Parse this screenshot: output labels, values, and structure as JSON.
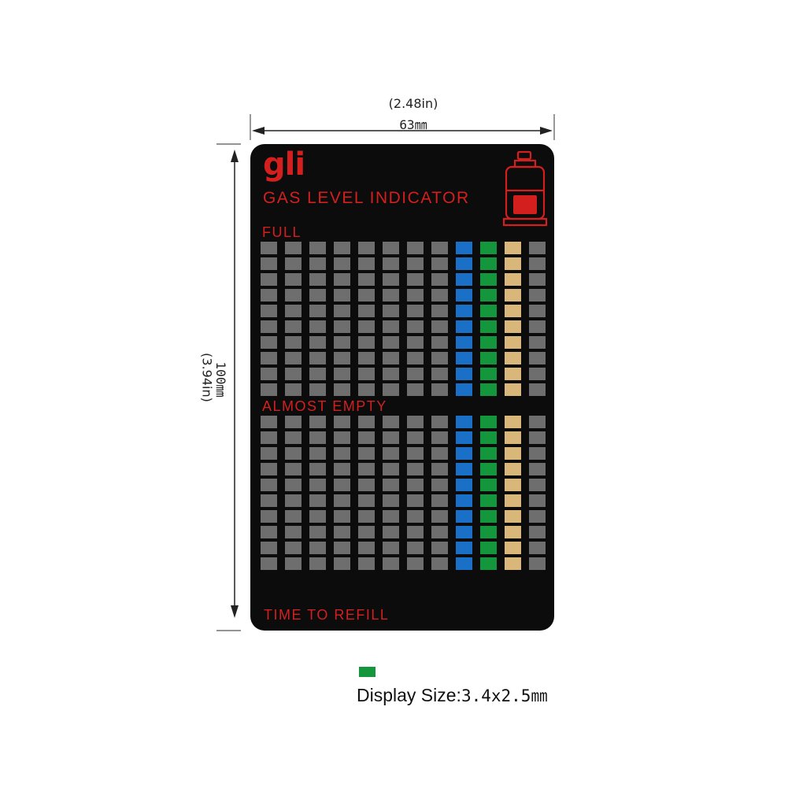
{
  "dimensions": {
    "width_in": "(2.48in)",
    "width_mm": "63㎜",
    "height_mm": "100㎜",
    "height_in": "(3.94in)"
  },
  "card": {
    "logo": "gli",
    "subtitle": "GAS LEVEL INDICATOR",
    "label_full": "FULL",
    "label_almost_empty": "ALMOST EMPTY",
    "label_time_to_refill": "TIME TO REFILL",
    "icon": "gas-cylinder-icon",
    "grid": {
      "columns": 12,
      "rows_per_section": 10,
      "column_colors": [
        "#6e6e6e",
        "#6e6e6e",
        "#6e6e6e",
        "#6e6e6e",
        "#6e6e6e",
        "#6e6e6e",
        "#6e6e6e",
        "#6e6e6e",
        "#1a6fc6",
        "#14963c",
        "#d9b77a",
        "#6e6e6e"
      ]
    }
  },
  "legend": {
    "swatch_color": "#14963c",
    "label": "Display Size:",
    "value": "3.4x2.5㎜"
  },
  "colors": {
    "card_background": "#0c0c0c",
    "accent_red": "#d3201f"
  }
}
